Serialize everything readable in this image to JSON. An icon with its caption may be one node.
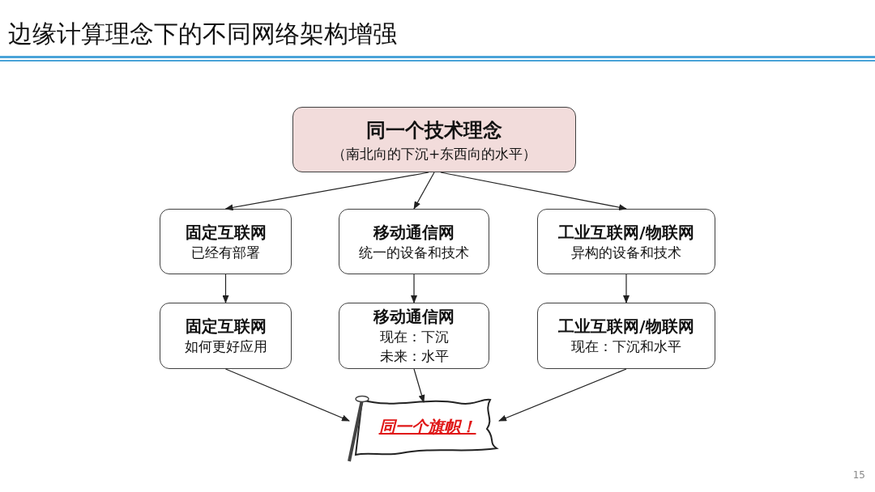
{
  "diagram": {
    "title": "边缘计算理念下的不同网络架构增强",
    "nodes": [
      {
        "text": [
          "同一个技术理念",
          "（南北向的下沉+东西向的水平）"
        ]
      },
      {
        "text": [
          "固定互联网",
          "已经有部署"
        ]
      },
      {
        "text": [
          "移动通信网",
          "统一的设备和技术"
        ]
      },
      {
        "text": [
          "工业互联网/物联网",
          "异构的设备和技术"
        ]
      },
      {
        "text": [
          "固定互联网",
          "如何更好应用"
        ]
      },
      {
        "text": [
          "移动通信网",
          "现在：下沉",
          "未来：水平"
        ]
      },
      {
        "text": [
          "工业互联网/物联网",
          "现在：下沉和水平"
        ]
      },
      {
        "text": [
          "同一个旗帜！"
        ]
      }
    ],
    "edges": [
      {
        "from": 0,
        "to": 1,
        "arrow": "to"
      },
      {
        "from": 0,
        "to": 2,
        "arrow": "to"
      },
      {
        "from": 0,
        "to": 3,
        "arrow": "to"
      },
      {
        "from": 1,
        "to": 4,
        "arrow": "to"
      },
      {
        "from": 2,
        "to": 5,
        "arrow": "to"
      },
      {
        "from": 3,
        "to": 6,
        "arrow": "to"
      },
      {
        "from": 4,
        "to": 7,
        "arrow": "to"
      },
      {
        "from": 5,
        "to": 7,
        "arrow": "to"
      },
      {
        "from": 6,
        "to": 7,
        "arrow": "to"
      }
    ],
    "labels": [
      "15"
    ]
  }
}
